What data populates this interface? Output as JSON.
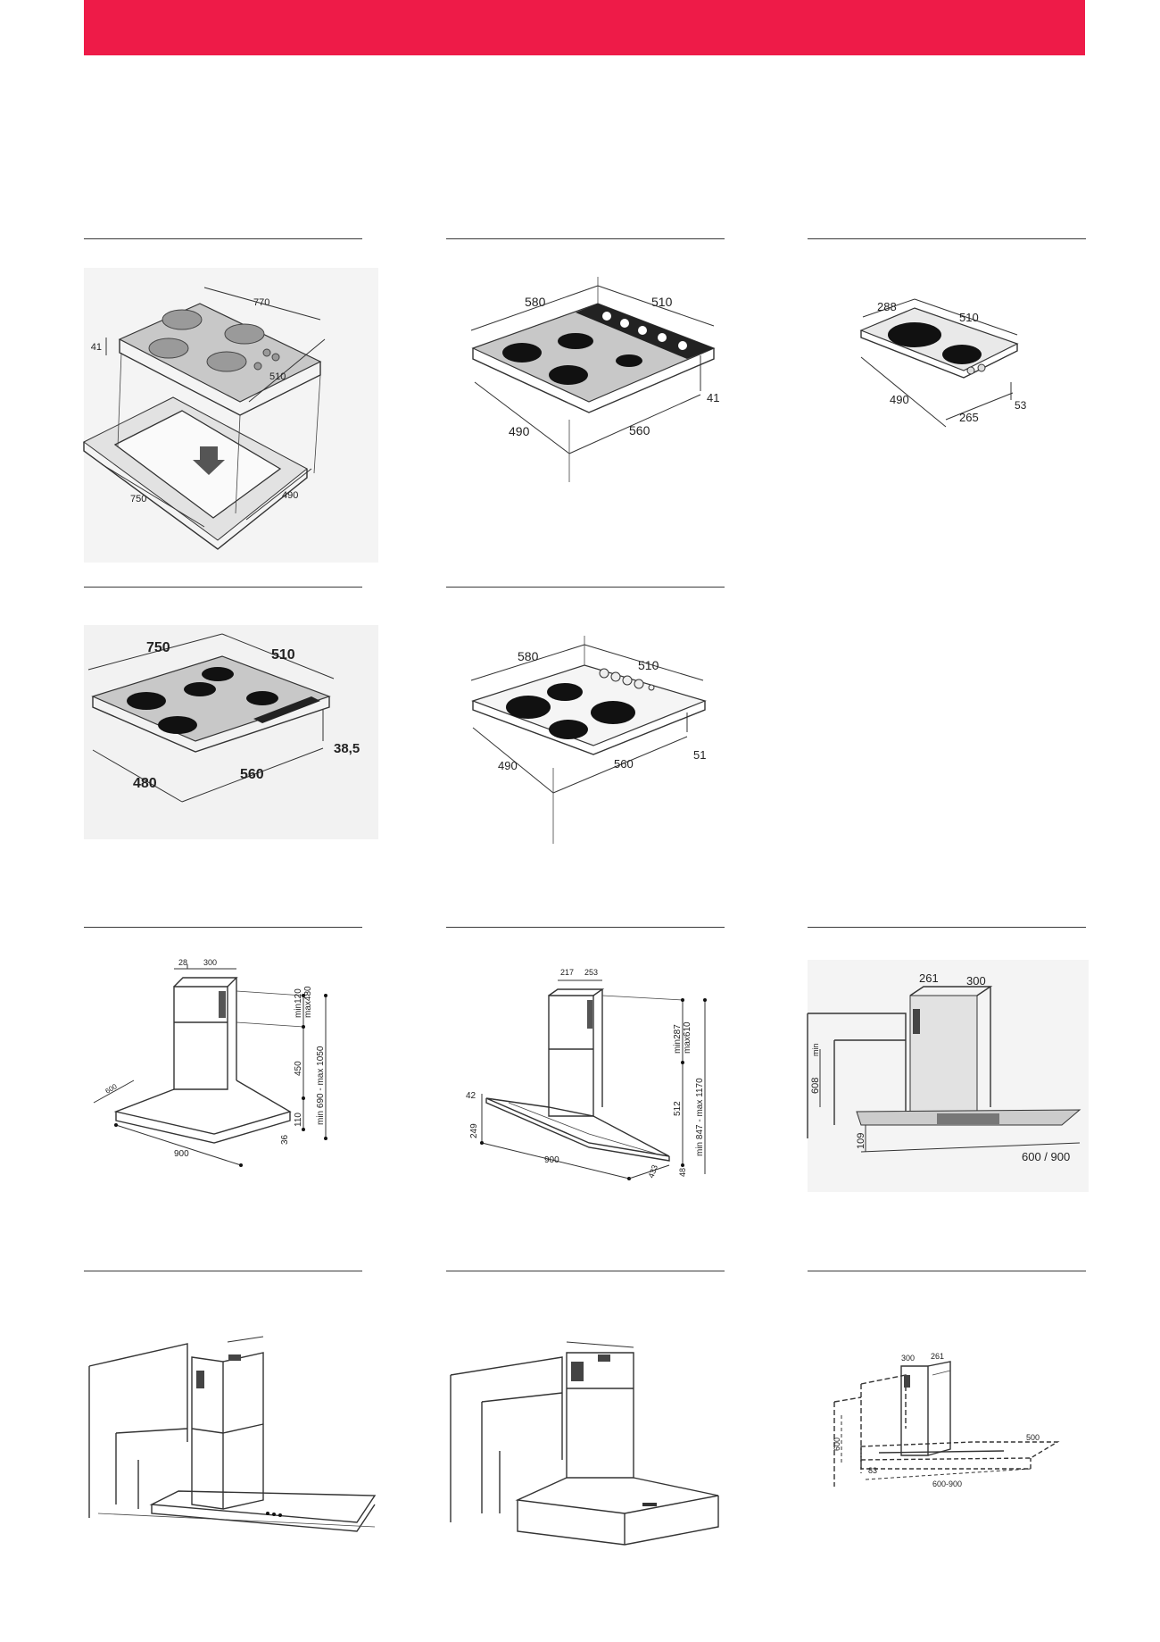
{
  "colors": {
    "accent": "#ee1b48"
  },
  "figures": {
    "hob1": {
      "d770": "770",
      "d41": "41",
      "d510": "510",
      "d750": "750",
      "d490": "490"
    },
    "hob2": {
      "d580": "580",
      "d510": "510",
      "d41": "41",
      "d490": "490",
      "d560": "560"
    },
    "hob3": {
      "d288": "288",
      "d510": "510",
      "d490": "490",
      "d265": "265",
      "d53": "53"
    },
    "hob4": {
      "d750": "750",
      "d510": "510",
      "d38": "38,5",
      "d480": "480",
      "d560": "560"
    },
    "hob5": {
      "d580": "580",
      "d510": "510",
      "d51": "51",
      "d490": "490",
      "d560": "560"
    },
    "hood1": {
      "d28": "28",
      "d300": "300",
      "dmin": "min120",
      "dmax": "max480",
      "dtotal": "min 690 - max 1050",
      "d450": "450",
      "d110": "110",
      "d36": "36",
      "d600": "600",
      "d900": "900"
    },
    "hood2": {
      "d217": "217",
      "d253": "253",
      "dmin": "min287",
      "dmax": "max610",
      "dtotal": "min 847 - max 1170",
      "d512": "512",
      "d42": "42",
      "d249": "249",
      "d900": "900",
      "d433": "433",
      "d48": "48"
    },
    "hood3": {
      "d261": "261",
      "d300": "300",
      "dmin": "min",
      "d608": "608",
      "d109": "109",
      "dwidth": "600 / 900"
    },
    "hood6": {
      "d300": "300",
      "d261": "261",
      "d600": "600",
      "d500": "500",
      "d83": "83",
      "dwidth": "600-900"
    }
  }
}
